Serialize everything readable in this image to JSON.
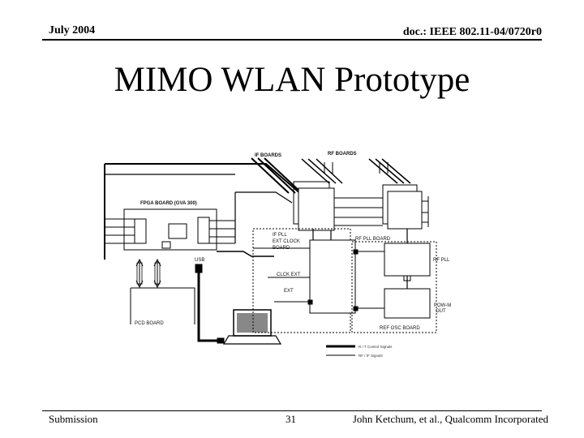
{
  "header": {
    "date": "July 2004",
    "doc_id": "doc.: IEEE 802.11-04/0720r0"
  },
  "title": "MIMO WLAN Prototype",
  "diagram": {
    "labels": {
      "if_boards": "IF BOARDS",
      "rf_boards": "RF BOARDS",
      "fpga_board": "FPGA BOARD (GVA 300)",
      "usb": "USB",
      "pcd_board": "PCD BOARD",
      "if_pll": "IF PLL",
      "ext_clock": "EXT CLOCK",
      "board": "BOARD",
      "clck_ext": "CLCK EXT",
      "ext": "EXT",
      "rf_pll_board": "RF PLL BOARD",
      "rf_pll": "RF PLL",
      "pow_m_out": "POW-M",
      "out": "OUT",
      "ref_osc_board": "REF OSC BOARD"
    },
    "legend": [
      {
        "text": "R / T Control Signals"
      },
      {
        "text": "RF / IF Signals"
      }
    ]
  },
  "footer": {
    "left": "Submission",
    "page": "31",
    "right": "John Ketchum, et al., Qualcomm Incorporated"
  }
}
